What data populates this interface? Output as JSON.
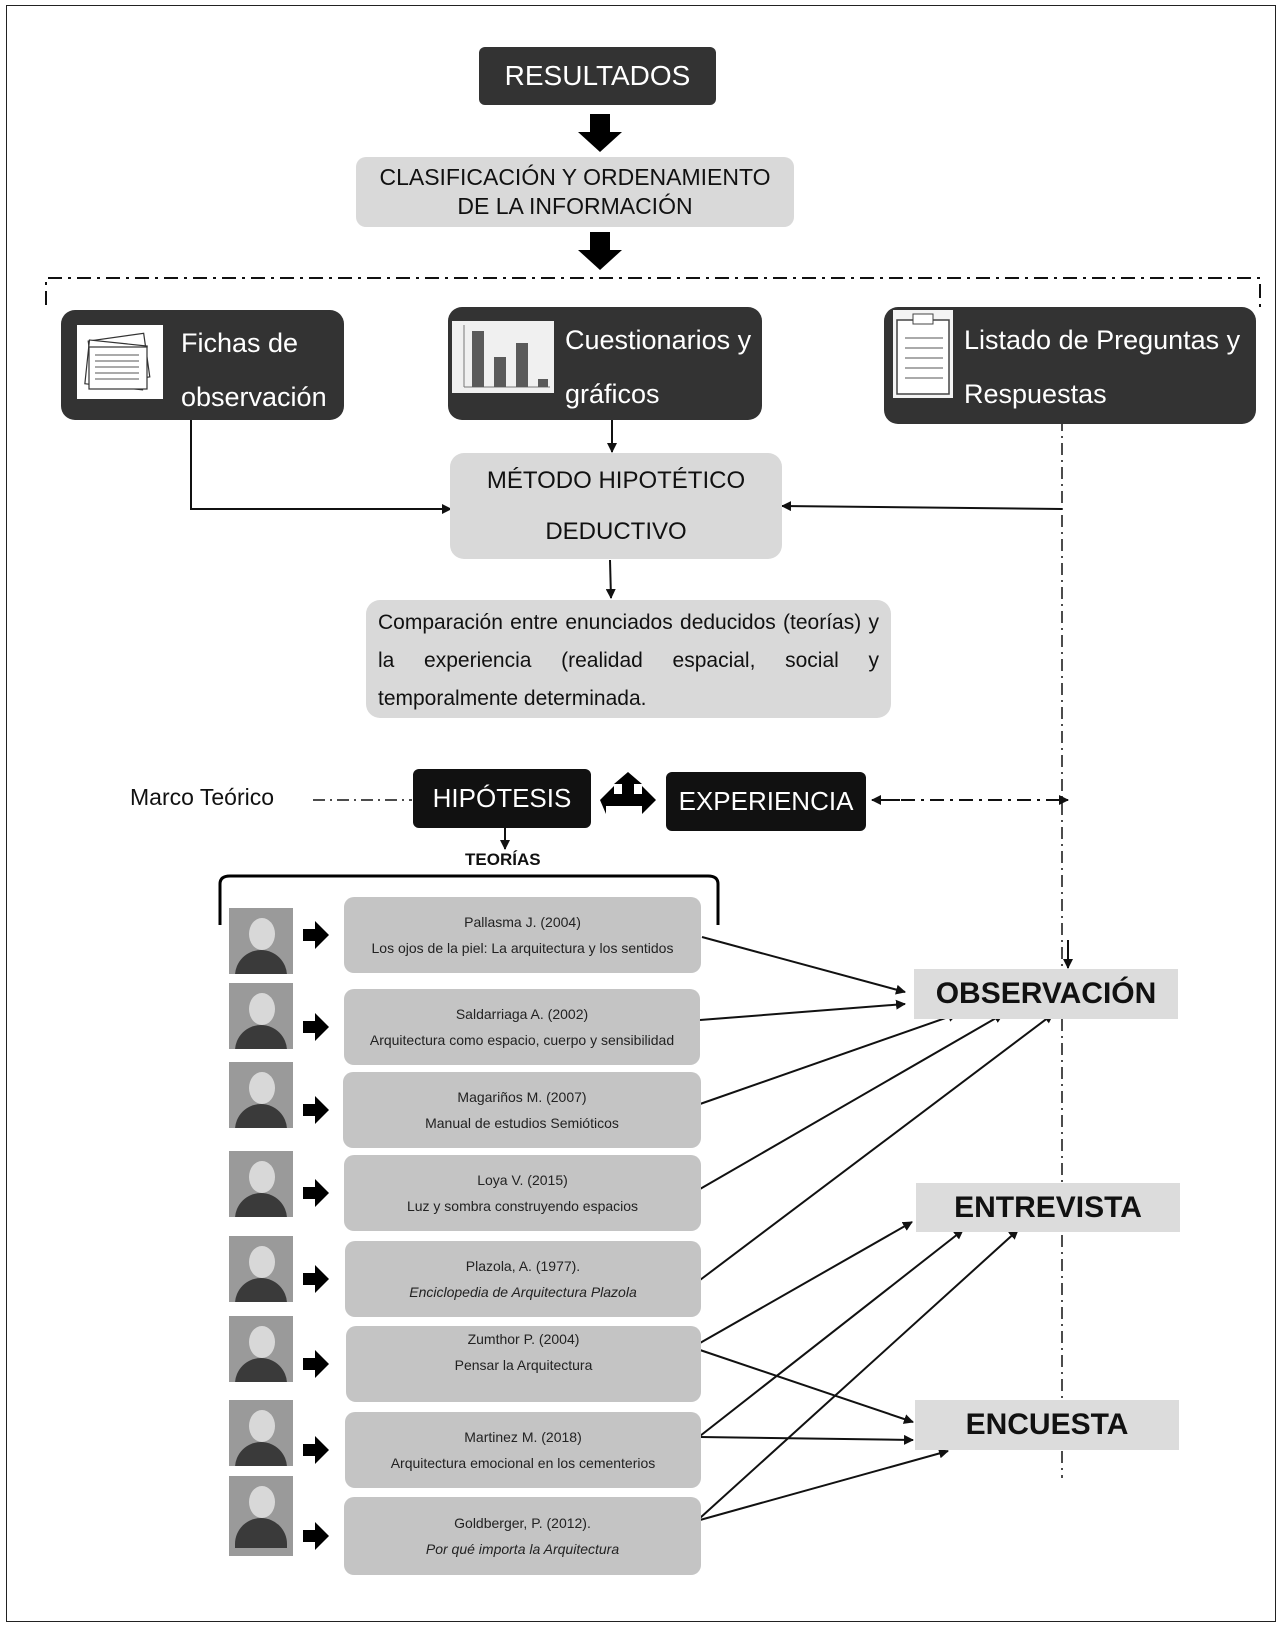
{
  "header": {
    "resultados": "RESULTADOS",
    "clasificacion": "CLASIFICACIÓN Y ORDENAMIENTO DE LA INFORMACIÓN"
  },
  "sources": [
    {
      "label_line1": "Fichas de",
      "label_line2": "observación",
      "icon": "documents-icon"
    },
    {
      "label_line1": "Cuestionarios y",
      "label_line2": "gráficos",
      "icon": "bar-chart-icon"
    },
    {
      "label_line1": "Listado de Preguntas y",
      "label_line2": "Respuestas",
      "icon": "clipboard-icon"
    }
  ],
  "method": {
    "line1": "MÉTODO HIPOTÉTICO",
    "line2": "DEDUCTIVO"
  },
  "comparison": "Comparación entre enunciados deducidos (teorías) y la experiencia (realidad espacial, social y temporalmente determinada.",
  "marco": "Marco Teórico",
  "hipotesis": "HIPÓTESIS",
  "experiencia": "EXPERIENCIA",
  "teorias": "TEORÍAS",
  "references": [
    {
      "author": "Pallasma J. (2004)",
      "title": "Los ojos de la piel: La arquitectura y los sentidos",
      "italic": false
    },
    {
      "author": "Saldarriaga A. (2002)",
      "title": "Arquitectura como espacio, cuerpo y sensibilidad",
      "italic": false
    },
    {
      "author": "Magariños M. (2007)",
      "title": "Manual de estudios Semióticos",
      "italic": false
    },
    {
      "author": "Loya V. (2015)",
      "title": "Luz y sombra construyendo espacios",
      "italic": false
    },
    {
      "author": "Plazola, A. (1977).",
      "title": "Enciclopedia de Arquitectura Plazola",
      "italic": true
    },
    {
      "author": "Zumthor P. (2004)",
      "title": "Pensar la Arquitectura",
      "italic": false
    },
    {
      "author": "Martinez M. (2018)",
      "title": "Arquitectura emocional en los cementerios",
      "italic": false
    },
    {
      "author": "Goldberger, P. (2012).",
      "title": "Por qué importa la Arquitectura",
      "italic": true
    }
  ],
  "targets": {
    "observacion": "OBSERVACIÓN",
    "entrevista": "ENTREVISTA",
    "encuesta": "ENCUESTA"
  }
}
